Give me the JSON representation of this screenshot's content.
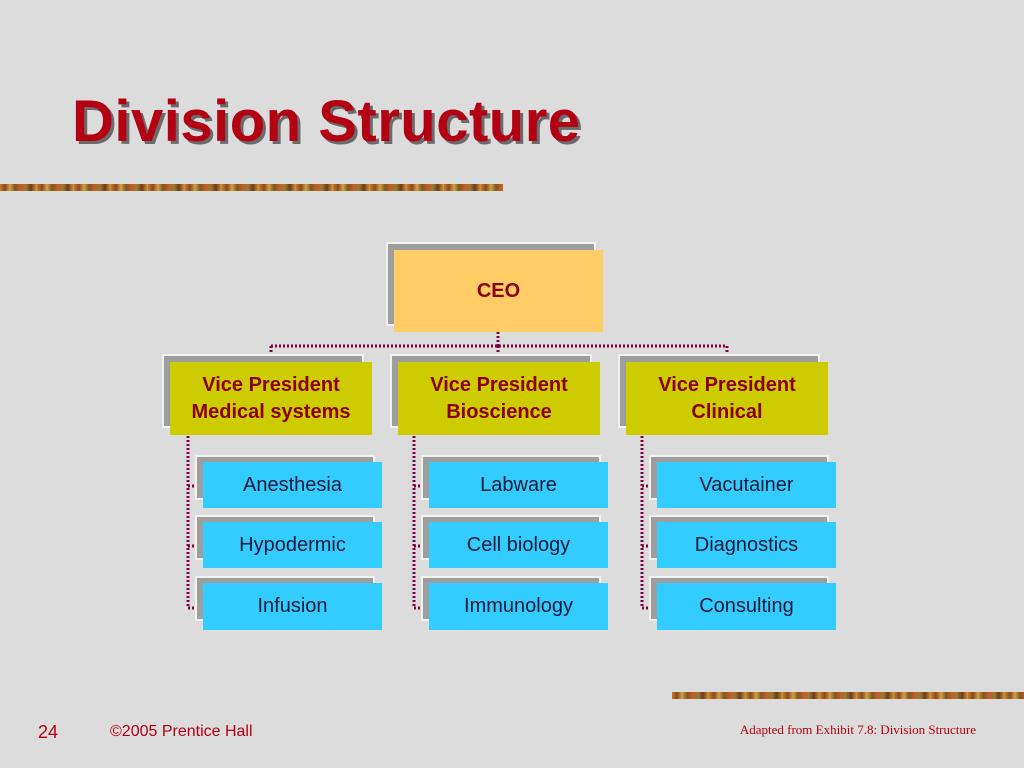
{
  "slide": {
    "title": "Division Structure",
    "page_number": "24",
    "copyright": "©2005 Prentice Hall",
    "source_note": "Adapted from Exhibit 7.8: Division Structure"
  },
  "org_chart": {
    "root": "CEO",
    "divisions": [
      {
        "head_line1": "Vice President",
        "head_line2": "Medical systems",
        "units": [
          "Anesthesia",
          "Hypodermic",
          "Infusion"
        ]
      },
      {
        "head_line1": "Vice President",
        "head_line2": "Bioscience",
        "units": [
          "Labware",
          "Cell biology",
          "Immunology"
        ]
      },
      {
        "head_line1": "Vice President",
        "head_line2": "Clinical",
        "units": [
          "Vacutainer",
          "Diagnostics",
          "Consulting"
        ]
      }
    ]
  },
  "colors": {
    "title": "#b30012",
    "ceo_box": "#ffcc66",
    "vp_box": "#cccc00",
    "unit_box": "#33ccff",
    "connector": "#800040"
  }
}
